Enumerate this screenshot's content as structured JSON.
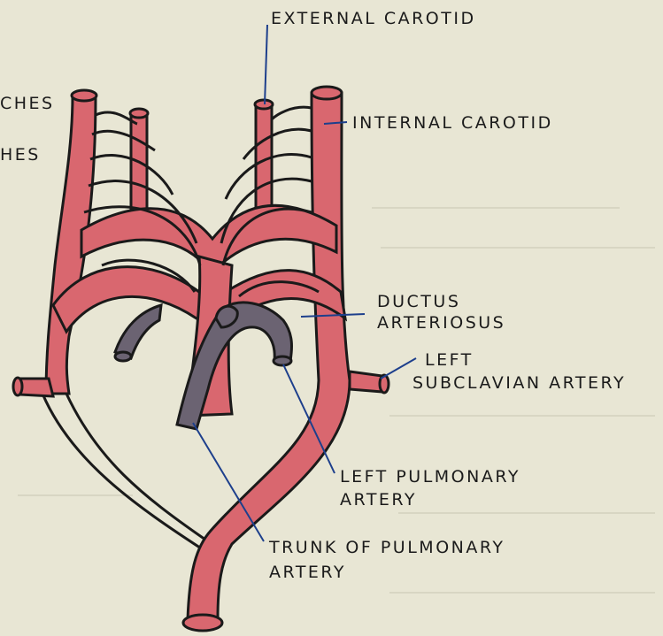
{
  "labels": {
    "external_carotid": "EXTERNAL  CAROTID",
    "internal_carotid": "INTERNAL  CAROTID",
    "arches_cut_1": "CHES",
    "arches_cut_2": "HES",
    "ductus_line1": "DUCTUS",
    "ductus_line2": "ARTERIOSUS",
    "left_subclavian_line1": "LEFT",
    "left_subclavian_line2": "SUBCLAVIAN  ARTERY",
    "left_pulmonary_line1": "LEFT  PULMONARY",
    "left_pulmonary_line2": "ARTERY",
    "trunk_line1": "TRUNK  OF  PULMONARY",
    "trunk_line2": "ARTERY"
  },
  "colors": {
    "background": "#e8e6d4",
    "aortic_vessels": "#d9676f",
    "pulmonary_vessels": "#6b6372",
    "outline": "#1a1a1a",
    "leader_lines": "#1d3f8c"
  }
}
